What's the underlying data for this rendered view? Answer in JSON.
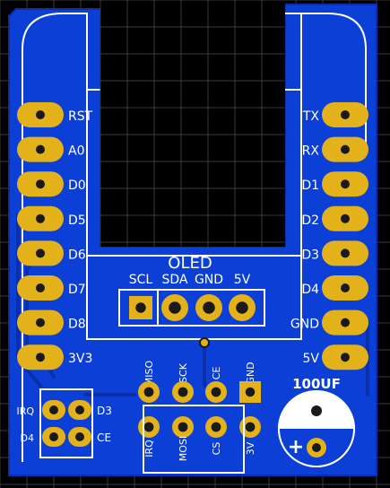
{
  "colors": {
    "board": "#0b3fd6",
    "board_dark": "#0a2fa8",
    "pad": "#e3b21a",
    "hole": "#1a1a1a",
    "silk": "#ffffff",
    "screen": "#000000",
    "grid": "#3a3a3a"
  },
  "module": {
    "left_pins": [
      "RST",
      "A0",
      "D0",
      "D5",
      "D6",
      "D7",
      "D8",
      "3V3"
    ],
    "right_pins": [
      "TX",
      "RX",
      "D1",
      "D2",
      "D3",
      "D4",
      "GND",
      "5V"
    ]
  },
  "oled": {
    "title": "OLED",
    "pins": [
      "SCL",
      "SDA",
      "GND",
      "5V"
    ]
  },
  "radio": {
    "top_labels": [
      "MISO",
      "SCK",
      "CE",
      "GND"
    ],
    "bottom_labels": [
      "IRQ",
      "MOSI",
      "CS",
      "3V"
    ]
  },
  "jumper": {
    "left_labels": [
      "IRQ",
      "D4"
    ],
    "right_labels": [
      "D3",
      "CE"
    ]
  },
  "capacitor": {
    "value": "100UF",
    "polarity": "+"
  }
}
